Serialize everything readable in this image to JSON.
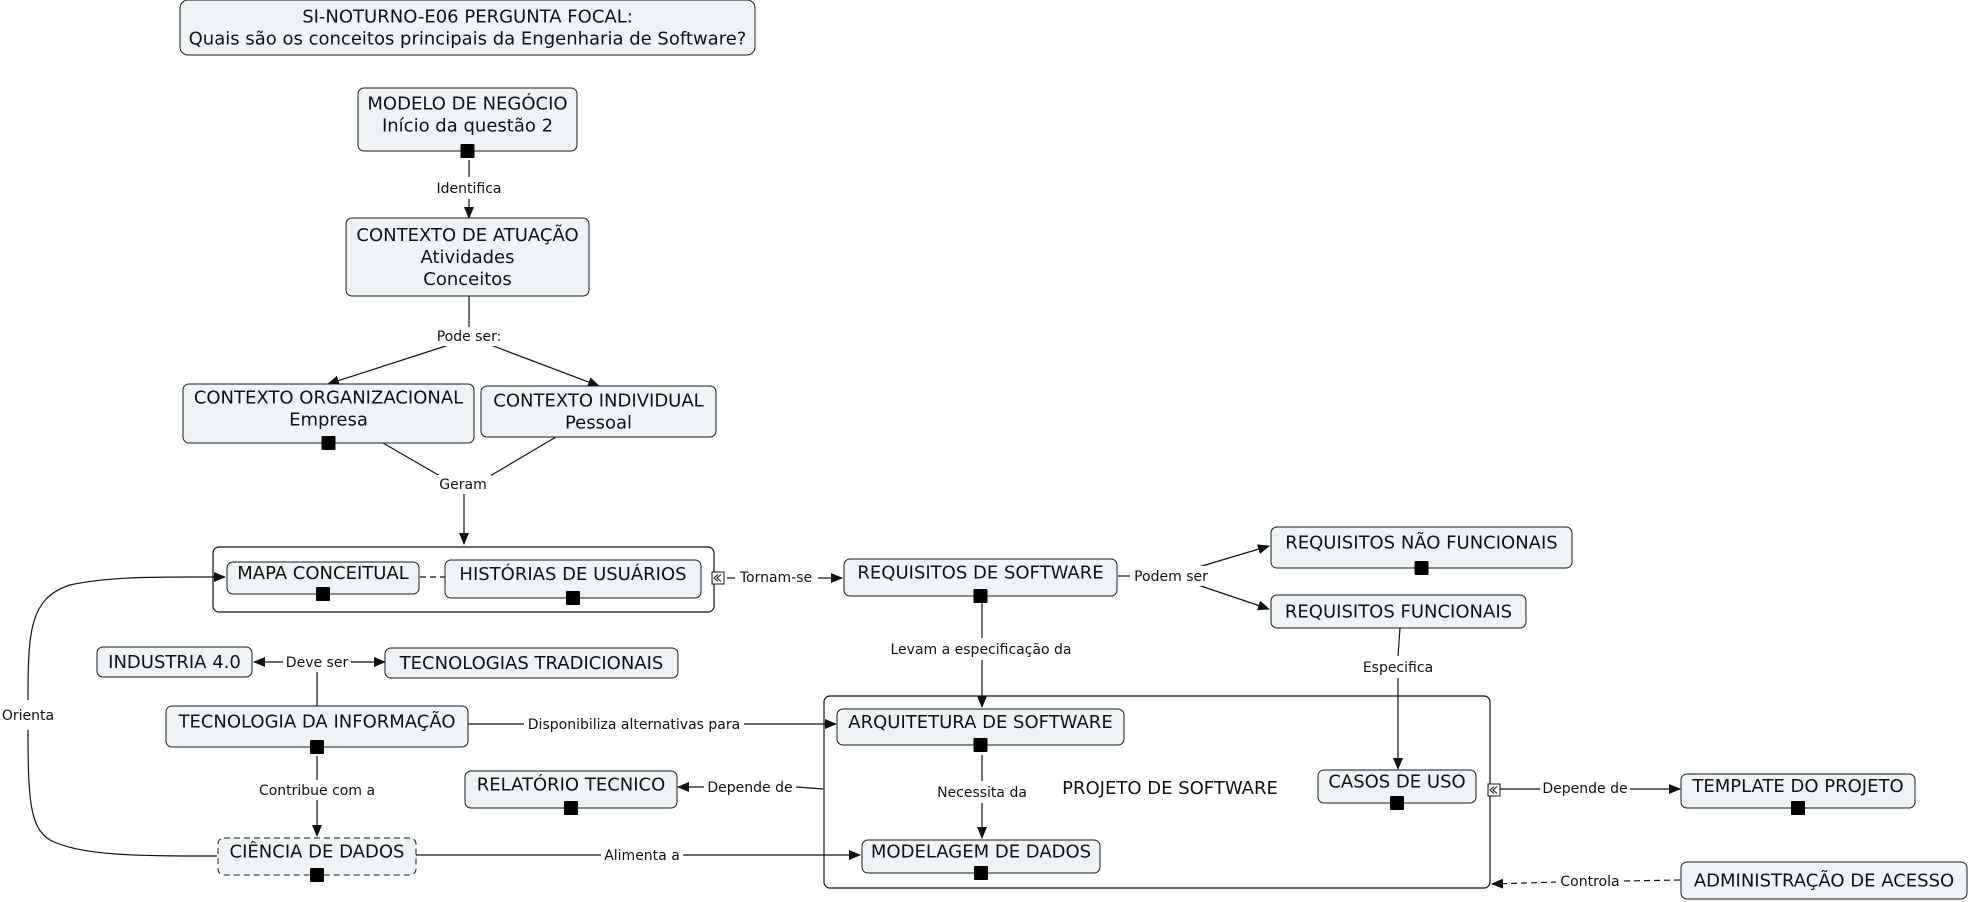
{
  "nodes": {
    "focal": {
      "lines": [
        "SI-NOTURNO-E06 PERGUNTA FOCAL:",
        "Quais são os conceitos principais da Engenharia de Software?"
      ]
    },
    "modelo_negocio": {
      "lines": [
        "MODELO DE NEGÓCIO",
        "Início da questão 2"
      ]
    },
    "contexto_atuacao": {
      "lines": [
        "CONTEXTO DE ATUAÇÃO",
        "Atividades",
        "Conceitos"
      ]
    },
    "contexto_org": {
      "lines": [
        "CONTEXTO ORGANIZACIONAL",
        "Empresa"
      ]
    },
    "contexto_ind": {
      "lines": [
        "CONTEXTO INDIVIDUAL",
        "Pessoal"
      ]
    },
    "mapa_conceitual": {
      "lines": [
        "MAPA CONCEITUAL"
      ]
    },
    "historias": {
      "lines": [
        "HISTÓRIAS DE USUÁRIOS"
      ]
    },
    "requisitos_sw": {
      "lines": [
        "REQUISITOS DE SOFTWARE"
      ]
    },
    "req_nao_func": {
      "lines": [
        "REQUISITOS NÃO FUNCIONAIS"
      ]
    },
    "req_func": {
      "lines": [
        "REQUISITOS FUNCIONAIS"
      ]
    },
    "industria": {
      "lines": [
        "INDUSTRIA 4.0"
      ]
    },
    "tec_trad": {
      "lines": [
        "TECNOLOGIAS TRADICIONAIS"
      ]
    },
    "tec_info": {
      "lines": [
        "TECNOLOGIA DA INFORMAÇÃO"
      ]
    },
    "arquitetura": {
      "lines": [
        "ARQUITETURA DE SOFTWARE"
      ]
    },
    "relatorio": {
      "lines": [
        "RELATÓRIO TECNICO"
      ]
    },
    "casos_uso": {
      "lines": [
        "CASOS DE USO"
      ]
    },
    "template": {
      "lines": [
        "TEMPLATE DO PROJETO"
      ]
    },
    "ciencia_dados": {
      "lines": [
        "CIÊNCIA DE DADOS"
      ]
    },
    "modelagem": {
      "lines": [
        "MODELAGEM DE DADOS"
      ]
    },
    "admin_acesso": {
      "lines": [
        "ADMINISTRAÇÃO DE ACESSO"
      ]
    }
  },
  "project_title": "PROJETO DE SOFTWARE",
  "links": {
    "identifica": "Identifica",
    "pode_ser": "Pode ser:",
    "geram": "Geram",
    "tornam_se": "Tornam-se",
    "podem_ser": "Podem ser",
    "levam": "Levam a especificação da",
    "especifica": "Especifica",
    "deve_ser": "Deve ser",
    "disponibiliza": "Disponibiliza alternativas para",
    "contribue": "Contribue com a",
    "depende_relatorio": "Depende de",
    "necessita": "Necessita da",
    "depende_template": "Depende de",
    "orienta": "Orienta",
    "alimenta": "Alimenta a",
    "controla": "Controla"
  }
}
